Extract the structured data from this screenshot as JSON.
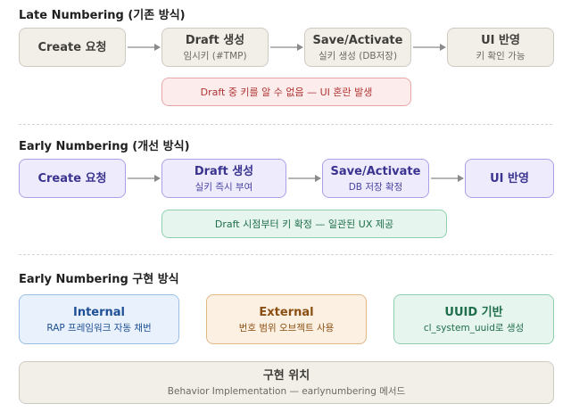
{
  "late": {
    "title": "Late Numbering (기존 방식)",
    "steps": [
      {
        "main": "Create 요청",
        "sub": ""
      },
      {
        "main": "Draft 생성",
        "sub": "임시키 (#TMP)"
      },
      {
        "main": "Save/Activate",
        "sub": "실키 생성 (DB저장)"
      },
      {
        "main": "UI 반영",
        "sub": "키 확인 가능"
      }
    ],
    "note": "Draft 중 키를 알 수 없음 — UI 혼란 발생"
  },
  "early": {
    "title": "Early Numbering (개선 방식)",
    "steps": [
      {
        "main": "Create 요청",
        "sub": ""
      },
      {
        "main": "Draft 생성",
        "sub": "실키 즉시 부여"
      },
      {
        "main": "Save/Activate",
        "sub": "DB 저장 확정"
      },
      {
        "main": "UI 반영",
        "sub": ""
      }
    ],
    "note": "Draft 시점부터 키 확정 — 일관된 UX 제공"
  },
  "impl": {
    "title": "Early Numbering 구현 방식",
    "options": [
      {
        "main": "Internal",
        "sub": "RAP 프레임워크 자동 채번"
      },
      {
        "main": "External",
        "sub": "번호 범위 오브젝트 사용"
      },
      {
        "main": "UUID 기반",
        "sub": "cl_system_uuid로 생성"
      }
    ],
    "location": {
      "main": "구현 위치",
      "sub": "Behavior Implementation — earlynumbering 메서드"
    }
  },
  "colors": {
    "gray": "#f2efe9",
    "purple": "#eeecfc",
    "red": "#fdecec",
    "green": "#e6f5ee",
    "blue": "#e8f1fc",
    "orange": "#fcf0e2",
    "arrow": "#8a8a8a"
  }
}
